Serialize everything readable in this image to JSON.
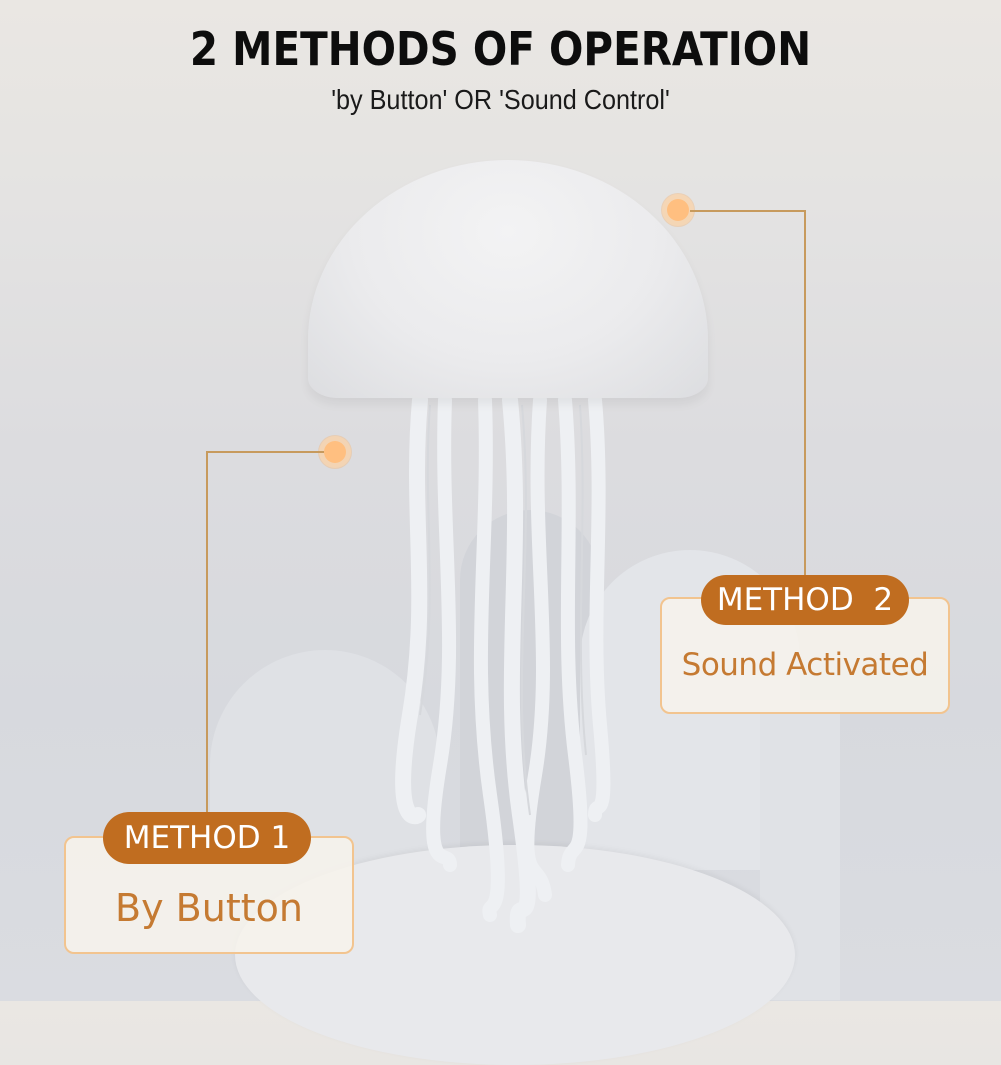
{
  "header": {
    "title": "2 METHODS OF OPERATION",
    "subtitle": "'by Button' OR 'Sound Control'"
  },
  "methods": [
    {
      "badge": "METHOD 1",
      "description": "By Button"
    },
    {
      "badge": "METHOD  2",
      "description": "Sound Activated"
    }
  ],
  "colors": {
    "accent": "#c06d20",
    "accent_text": "#c57a32",
    "card_border": "#f2c48f",
    "dot": "#ffbf80",
    "connector": "#c79a5d"
  },
  "product": {
    "icon": "jellyfish-lamp"
  }
}
